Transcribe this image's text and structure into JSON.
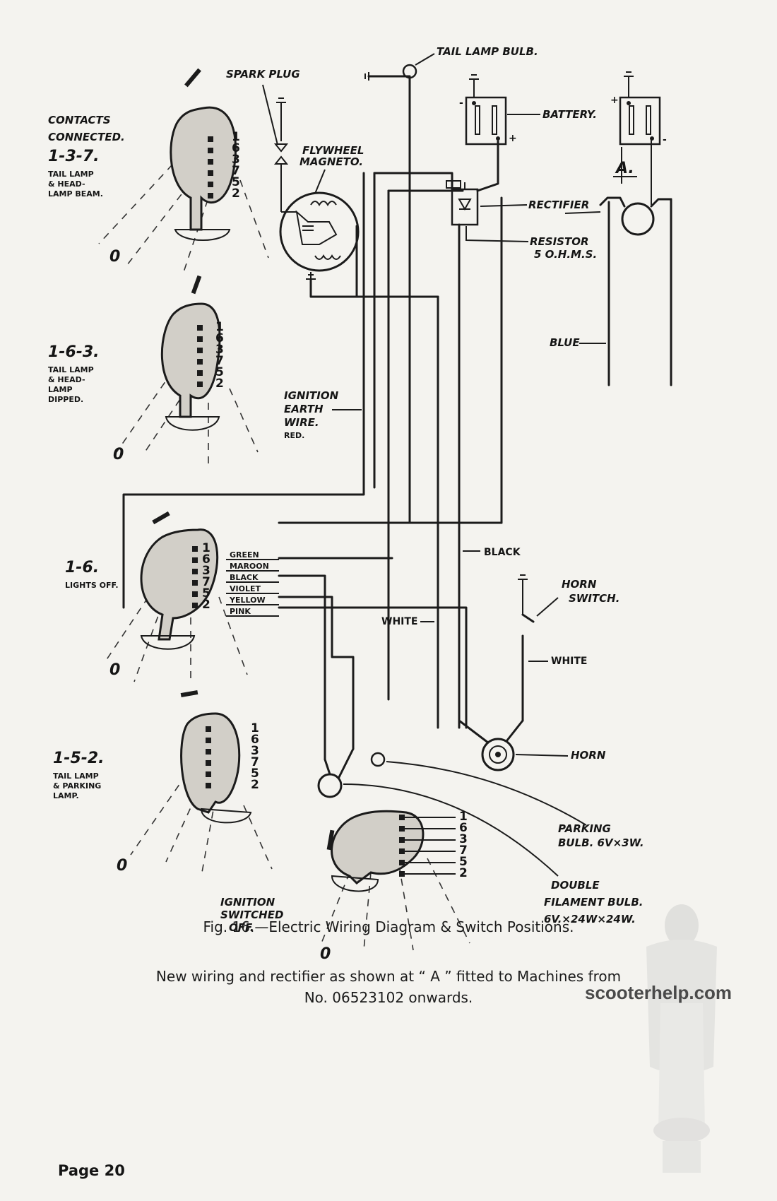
{
  "labels": {
    "tail_lamp_bulb": "TAIL LAMP BULB.",
    "spark_plug": "SPARK PLUG",
    "battery": "BATTERY.",
    "flywheel_1": "FLYWHEEL",
    "flywheel_2": "MAGNETO.",
    "a_marker": "A.",
    "rectifier": "RECTIFIER",
    "resistor_1": "RESISTOR",
    "resistor_2": "5 O.H.M.S.",
    "blue": "BLUE",
    "ignition_earth_1": "IGNITION",
    "ignition_earth_2": "EARTH",
    "ignition_earth_3": "WIRE.",
    "ignition_earth_4": "RED.",
    "black": "BLACK",
    "horn_switch_1": "HORN",
    "horn_switch_2": "SWITCH.",
    "white_left": "WHITE",
    "white_right": "WHITE",
    "horn": "HORN",
    "parking_1": "PARKING",
    "parking_2": "BULB. 6V×3W.",
    "double_1": "DOUBLE",
    "double_2": "FILAMENT BULB.",
    "double_3": "6V.×24W×24W.",
    "ign_off_1": "IGNITION",
    "ign_off_2": "SWITCHED",
    "ign_off_3": "OFF."
  },
  "wire_colors": [
    "GREEN",
    "MAROON",
    "BLACK",
    "VIOLET",
    "YELLOW",
    "PINK"
  ],
  "terminal_numbers": [
    "1",
    "6",
    "3",
    "7",
    "5",
    "2"
  ],
  "switch_positions": [
    {
      "line1": "CONTACTS",
      "line2": "CONNECTED.",
      "code": "1-3-7.",
      "desc1": "TAIL LAMP",
      "desc2": "& HEAD-",
      "desc3": "LAMP BEAM.",
      "zero": "0"
    },
    {
      "code": "1-6-3.",
      "desc1": "TAIL LAMP",
      "desc2": "& HEAD-",
      "desc3": "LAMP",
      "desc4": "DIPPED.",
      "zero": "0"
    },
    {
      "code": "1-6.",
      "desc1": "LIGHTS OFF.",
      "zero": "0"
    },
    {
      "code": "1-5-2.",
      "desc1": "TAIL LAMP",
      "desc2": "& PARKING",
      "desc3": "LAMP.",
      "zero": "0"
    },
    {
      "zero": "0"
    }
  ],
  "polarity": {
    "plus": "+",
    "minus": "-"
  },
  "caption": "Fig. 16.—Electric Wiring Diagram & Switch Positions.",
  "note_line1": "New wiring and rectifier as shown at “ A ” fitted to Machines from",
  "note_line2": "No. 06523102 onwards.",
  "watermark": "scooterhelp.com",
  "page": "Page 20"
}
